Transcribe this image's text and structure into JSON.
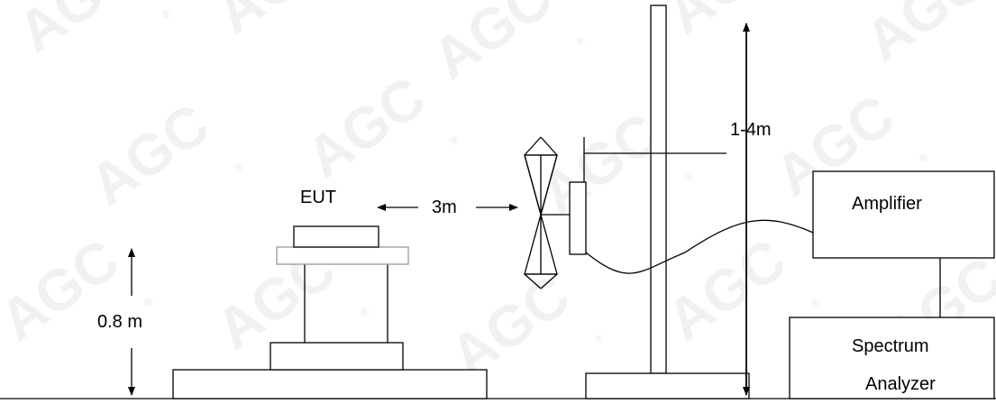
{
  "labels": {
    "eut": "EUT",
    "distance": "3m",
    "height_range": "1-4m",
    "table_height": "0.8 m",
    "amplifier": "Amplifier",
    "analyzer_line1": "Spectrum",
    "analyzer_line2": "Analyzer"
  },
  "watermark": {
    "text": "AGC",
    "registered_mark": "®"
  },
  "colors": {
    "line": "#000000",
    "tabletop_outline": "#999999",
    "watermark": "#d8d8d8"
  }
}
